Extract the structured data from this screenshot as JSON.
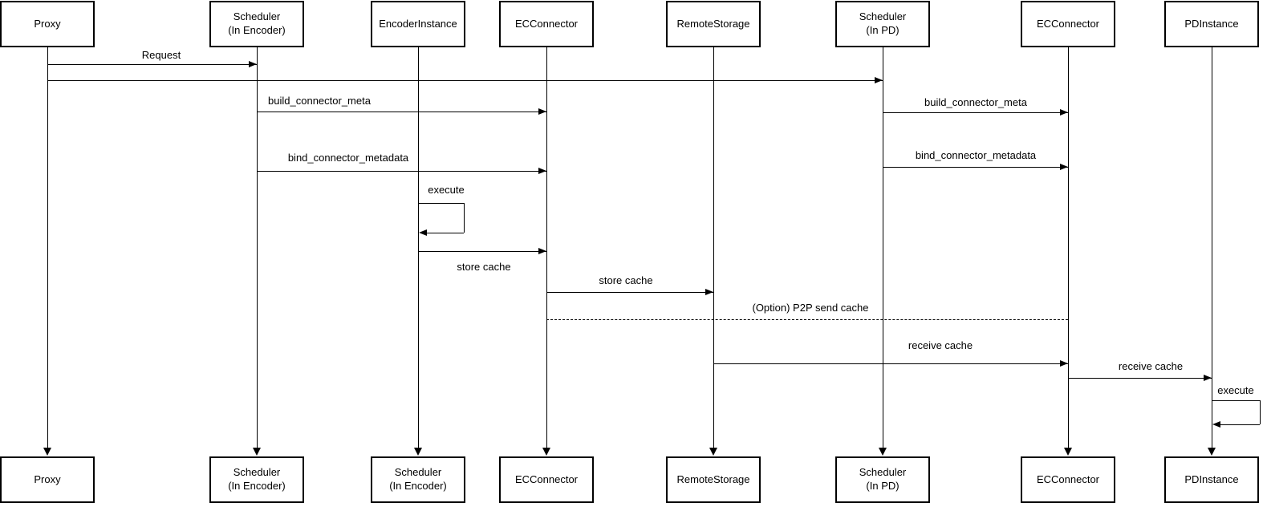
{
  "diagram": {
    "type": "sequence-diagram",
    "colors": {
      "line": "#000000",
      "background": "#ffffff",
      "text": "#000000"
    },
    "participants": [
      {
        "top": "Proxy",
        "bottom": "Proxy"
      },
      {
        "top": "Scheduler\n(In Encoder)",
        "bottom": "Scheduler\n(In Encoder)"
      },
      {
        "top": "EncoderInstance",
        "bottom": "Scheduler\n(In Encoder)"
      },
      {
        "top": "ECConnector",
        "bottom": "ECConnector"
      },
      {
        "top": "RemoteStorage",
        "bottom": "RemoteStorage"
      },
      {
        "top": "Scheduler\n(In PD)",
        "bottom": "Scheduler\n(In PD)"
      },
      {
        "top": "ECConnector",
        "bottom": "ECConnector"
      },
      {
        "top": "PDInstance",
        "bottom": "PDInstance"
      }
    ],
    "messages": [
      {
        "from": "Proxy",
        "to": "Scheduler (In Encoder)",
        "label": "Request",
        "style": "solid"
      },
      {
        "from": "Proxy",
        "to": "Scheduler (In PD)",
        "label": "",
        "style": "solid"
      },
      {
        "from": "Scheduler (In Encoder)",
        "to": "ECConnector",
        "label": "build_connector_meta",
        "style": "solid"
      },
      {
        "from": "Scheduler (In PD)",
        "to": "ECConnector",
        "label": "build_connector_meta",
        "style": "solid"
      },
      {
        "from": "Scheduler (In Encoder)",
        "to": "ECConnector",
        "label": "bind_connector_metadata",
        "style": "solid"
      },
      {
        "from": "Scheduler (In PD)",
        "to": "ECConnector",
        "label": "bind_connector_metadata",
        "style": "solid"
      },
      {
        "from": "EncoderInstance",
        "to": "EncoderInstance",
        "label": "execute",
        "style": "self"
      },
      {
        "from": "EncoderInstance",
        "to": "ECConnector",
        "label": "store cache",
        "style": "solid"
      },
      {
        "from": "ECConnector",
        "to": "RemoteStorage",
        "label": "store cache",
        "style": "solid"
      },
      {
        "from": "ECConnector",
        "to": "ECConnector (PD)",
        "label": "(Option) P2P send cache",
        "style": "dashed"
      },
      {
        "from": "RemoteStorage",
        "to": "ECConnector (PD)",
        "label": "receive cache",
        "style": "solid"
      },
      {
        "from": "ECConnector (PD)",
        "to": "PDInstance",
        "label": "receive cache",
        "style": "solid"
      },
      {
        "from": "PDInstance",
        "to": "PDInstance",
        "label": "execute",
        "style": "self"
      }
    ]
  }
}
